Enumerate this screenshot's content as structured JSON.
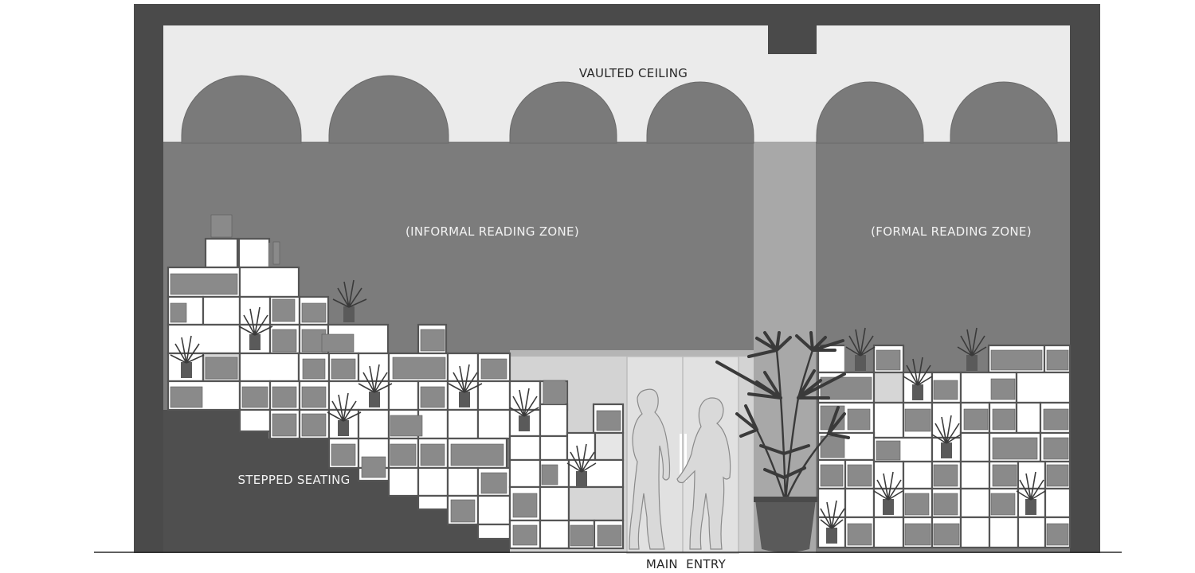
{
  "labels": {
    "ceiling": "VAULTED CEILING",
    "informal_zone": "(INFORMAL READING ZONE)",
    "formal_zone": "(FORMAL READING ZONE)",
    "stepped_seating": "STEPPED SEATING",
    "main_entry": "MAIN  ENTRY"
  },
  "colors": {
    "wall": "#4a4a4a",
    "ceiling": "#ebebeb",
    "arch": "#7a7a7a",
    "zone_wall": "#7c7c7c",
    "column": "#a8a8a8",
    "lintel": "#b5b5b5",
    "glass": "#d3d3d3",
    "seating": "#4f4f4f",
    "shelf_frame": "#555555",
    "shelf_fill": "#ffffff",
    "person": "#d9d9d9",
    "foliage": "#3a3a3a",
    "pot": "#5a5a5a"
  }
}
